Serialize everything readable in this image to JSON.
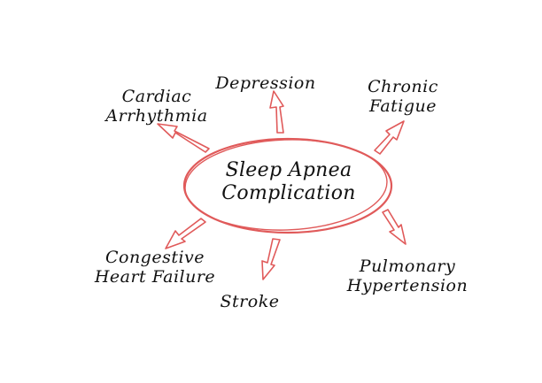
{
  "center": {
    "lines": [
      "Sleep Apnea",
      "Complication"
    ]
  },
  "nodes": [
    {
      "id": "cardiac-arrhythmia",
      "lines": [
        "Cardiac",
        "Arrhythmia"
      ]
    },
    {
      "id": "depression",
      "lines": [
        "Depression"
      ]
    },
    {
      "id": "chronic-fatigue",
      "lines": [
        "Chronic",
        "Fatigue"
      ]
    },
    {
      "id": "congestive-heart-failure",
      "lines": [
        "Congestive",
        "Heart Failure"
      ]
    },
    {
      "id": "stroke",
      "lines": [
        "Stroke"
      ]
    },
    {
      "id": "pulmonary-hypertension",
      "lines": [
        "Pulmonary",
        "Hypertension"
      ]
    }
  ],
  "colors": {
    "accent": "#e05a5a",
    "arrow_fill": "#ffffff",
    "text": "#111111"
  }
}
